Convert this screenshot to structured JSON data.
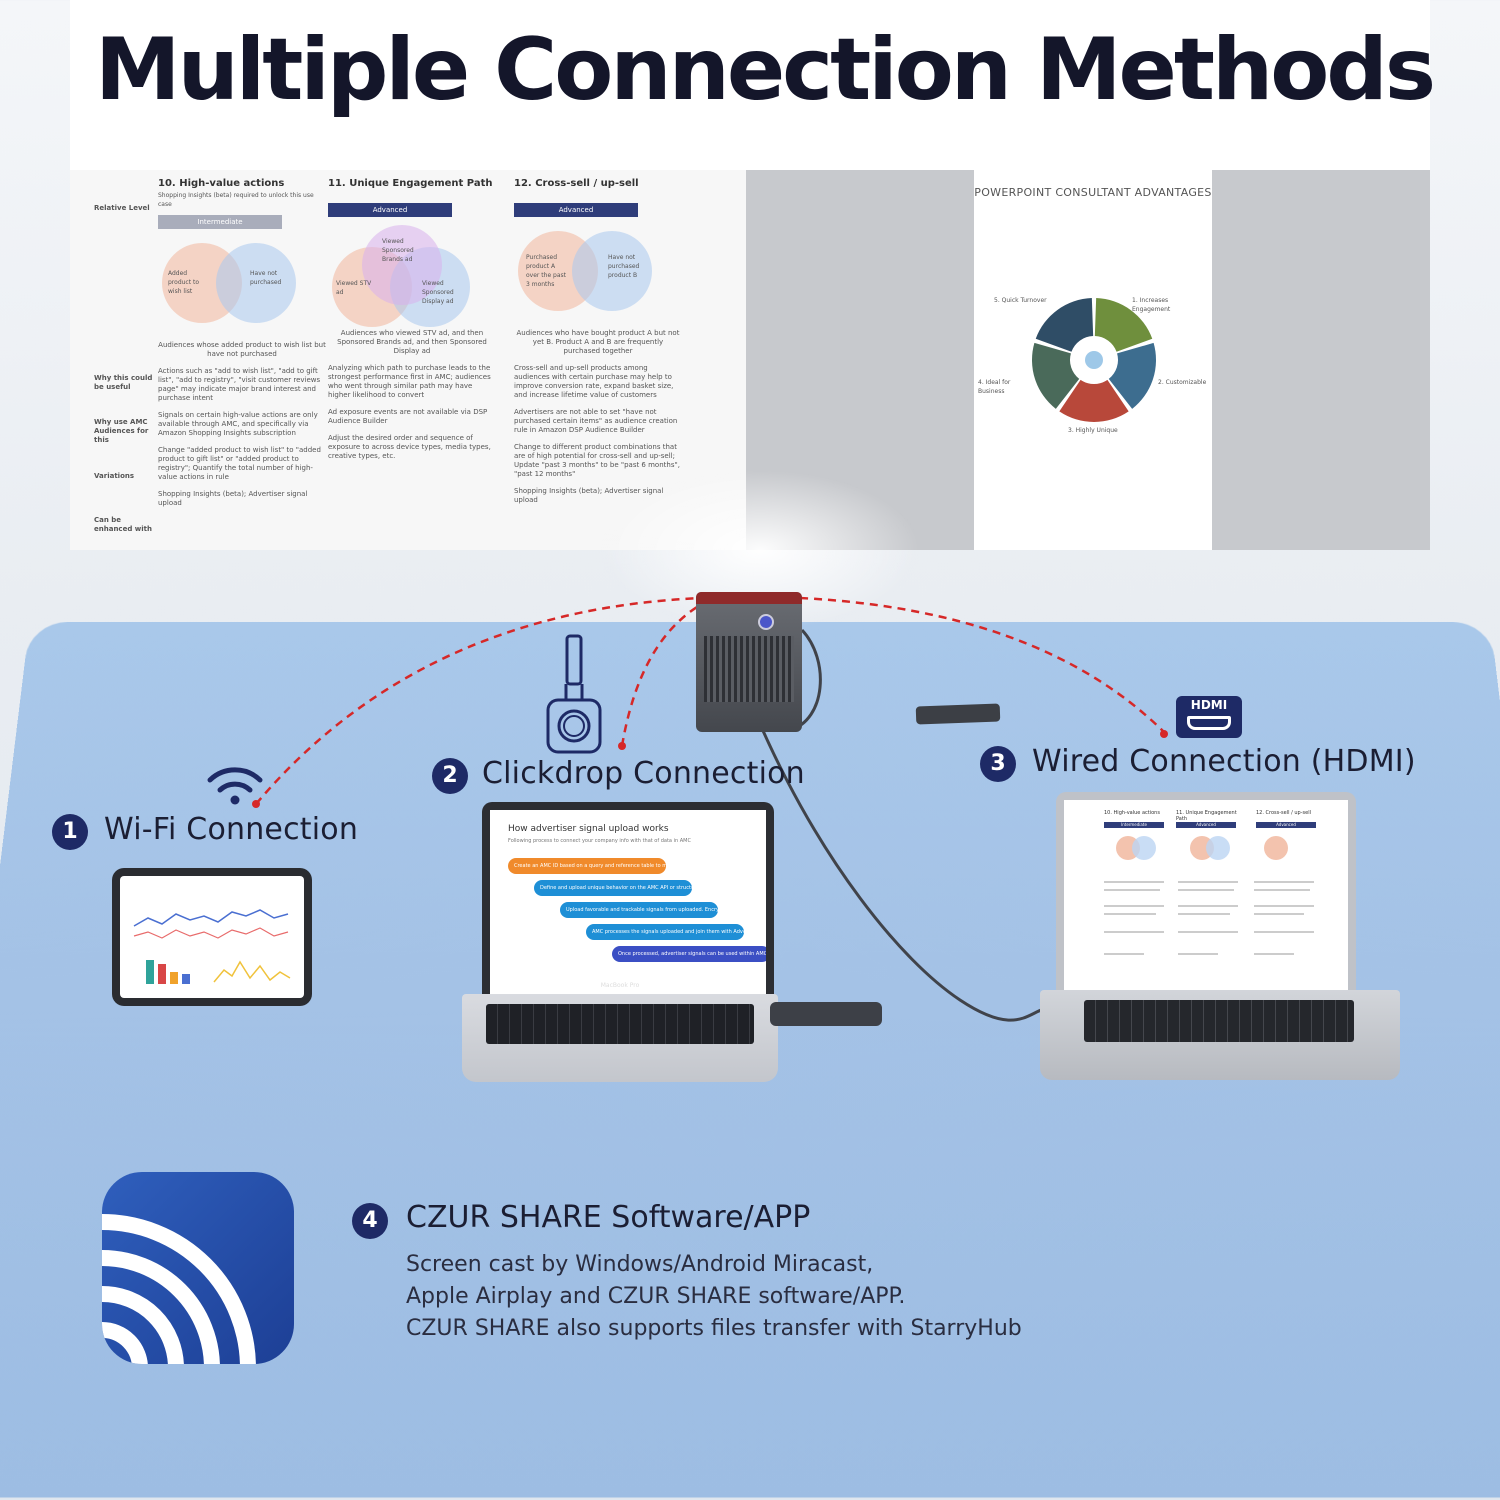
{
  "heading": "Multiple Connection Methods",
  "projection": {
    "left_slide": {
      "row_labels": [
        "Relative Level",
        "Why this could be useful",
        "Why use AMC Audiences for this",
        "Variations",
        "Can be enhanced with"
      ],
      "columns": [
        {
          "title": "10. High-value actions",
          "subtitle": "Shopping Insights (beta) required to unlock this use case",
          "level": "Intermediate",
          "circle_a": "Added product to wish list",
          "circle_b": "Have not purchased",
          "caption": "Audiences whose added product to wish list but have not purchased",
          "why": "Actions such as \"add to wish list\", \"add to gift list\", \"add to registry\", \"visit customer reviews page\" may indicate major brand interest and purchase intent",
          "amc": "Signals on certain high-value actions are only available through AMC, and specifically via Amazon Shopping Insights subscription",
          "variations": "Change \"added product to wish list\" to \"added product to gift list\" or \"added product to registry\"; Quantify the total number of high-value actions in rule",
          "enhanced": "Shopping Insights (beta); Advertiser signal upload"
        },
        {
          "title": "11. Unique Engagement Path",
          "subtitle": "",
          "level": "Advanced",
          "circle_a": "Viewed STV ad",
          "circle_b": "Viewed Sponsored Display ad",
          "circle_c": "Viewed Sponsored Brands ad",
          "caption": "Audiences who viewed STV ad, and then Sponsored Brands ad, and then Sponsored Display ad",
          "why": "Analyzing which path to purchase leads to the strongest performance first in AMC; audiences who went through similar path may have higher likelihood to convert",
          "amc": "Ad exposure events are not available via DSP Audience Builder",
          "variations": "Adjust the desired order and sequence of exposure to across device types, media types, creative types, etc.",
          "enhanced": ""
        },
        {
          "title": "12. Cross-sell / up-sell",
          "subtitle": "",
          "level": "Advanced",
          "circle_a": "Purchased product A over the past 3 months",
          "circle_b": "Have not purchased product B",
          "caption": "Audiences who have bought product A but not yet B. Product A and B are frequently purchased together",
          "why": "Cross-sell and up-sell products among audiences with certain purchase may help to improve conversion rate, expand basket size, and increase lifetime value of customers",
          "amc": "Advertisers are not able to set \"have not purchased certain items\" as audience creation rule in Amazon DSP Audience Builder",
          "variations": "Change to different product combinations that are of high potential for cross-sell and up-sell; Update \"past 3 months\" to be \"past 6 months\", \"past 12 months\"",
          "enhanced": "Shopping Insights (beta); Advertiser signal upload"
        }
      ]
    },
    "right_doc": {
      "title": "POWERPOINT CONSULTANT ADVANTAGES",
      "segments": [
        "1. Increases Engagement",
        "2. Customizable",
        "3. Highly Unique",
        "4. Ideal for Business",
        "5. Quick Turnover"
      ],
      "colors": [
        "#6f8f3d",
        "#3d6d8f",
        "#b8483a",
        "#4a6a5a",
        "#2f4d66"
      ]
    }
  },
  "methods": [
    {
      "num": "1",
      "label": "Wi-Fi  Connection",
      "icon": "wifi-icon"
    },
    {
      "num": "2",
      "label": "Clickdrop Connection",
      "icon": "clickdrop-dongle-icon"
    },
    {
      "num": "3",
      "label": "Wired  Connection (HDMI)",
      "icon": "hdmi-icon",
      "icon_text": "HDMI"
    }
  ],
  "laptop_mid": {
    "slide_title": "How advertiser signal upload works",
    "slide_sub": "Following process to connect your company info with that of data in AMC",
    "steps": [
      "Create an AMC ID based on a query and reference table to match with audience purchaser in most ads shown",
      "Define and upload unique behavior on the AMC API or structure data table and upload it there to be used as trackable/identifiers",
      "Upload favorable and trackable signals from uploaded. Encrypt/protect/anonymize all IDs and put in AMC from and ppt",
      "AMC processes the signals uploaded and join them with Advertising signals, using the ads identifiers",
      "Once processed, advertiser signals can be used within AMC strategic dimensions"
    ],
    "step_colors": [
      "#f08a2b",
      "#1e8fd6",
      "#1e8fd6",
      "#1e8fd6",
      "#3b4fc4"
    ],
    "brand": "MacBook Pro"
  },
  "laptop_right": {
    "columns": [
      "10. High-value actions",
      "11. Unique Engagement Path",
      "12. Cross-sell / up-sell"
    ],
    "levels": [
      "Intermediate",
      "Advanced",
      "Advanced"
    ]
  },
  "software": {
    "num": "4",
    "title": "CZUR SHARE Software/APP",
    "lines": [
      "Screen cast by Windows/Android Miracast,",
      "Apple Airplay and CZUR SHARE software/APP.",
      "CZUR SHARE also supports files transfer with StarryHub"
    ],
    "icon": "czur-share-app-icon"
  },
  "colors": {
    "badge": "#1e2a66",
    "connector": "#d62828",
    "surface": "#a4c2e6"
  }
}
